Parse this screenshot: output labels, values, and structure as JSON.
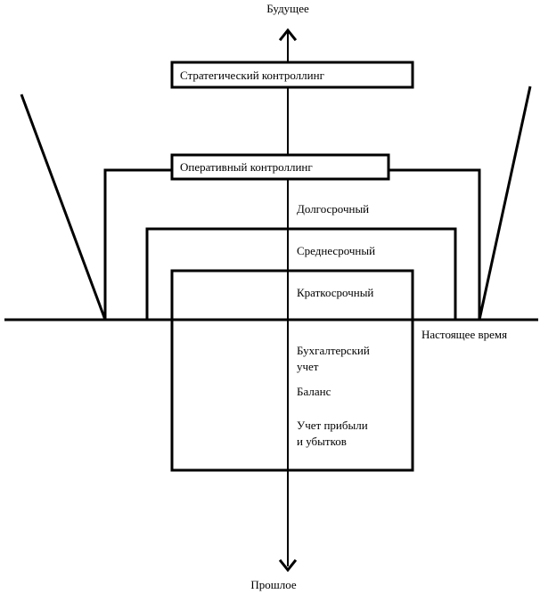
{
  "diagram": {
    "axis_labels": {
      "future": "Будущее",
      "past": "Прошлое",
      "present": "Настоящее время"
    },
    "boxes": {
      "strategic": "Стратегический контроллинг",
      "operative": "Оперативный контроллинг"
    },
    "horizons": {
      "long_term": "Долгосрочный",
      "medium_term": "Среднесрочный",
      "short_term": "Краткосрочный"
    },
    "accounting": {
      "line1": "Бухгалтерский",
      "line2": "учет",
      "balance": "Баланс",
      "pl_line1": "Учет прибыли",
      "pl_line2": "и убытков"
    },
    "colors": {
      "stroke": "#000000",
      "background": "#ffffff"
    }
  }
}
